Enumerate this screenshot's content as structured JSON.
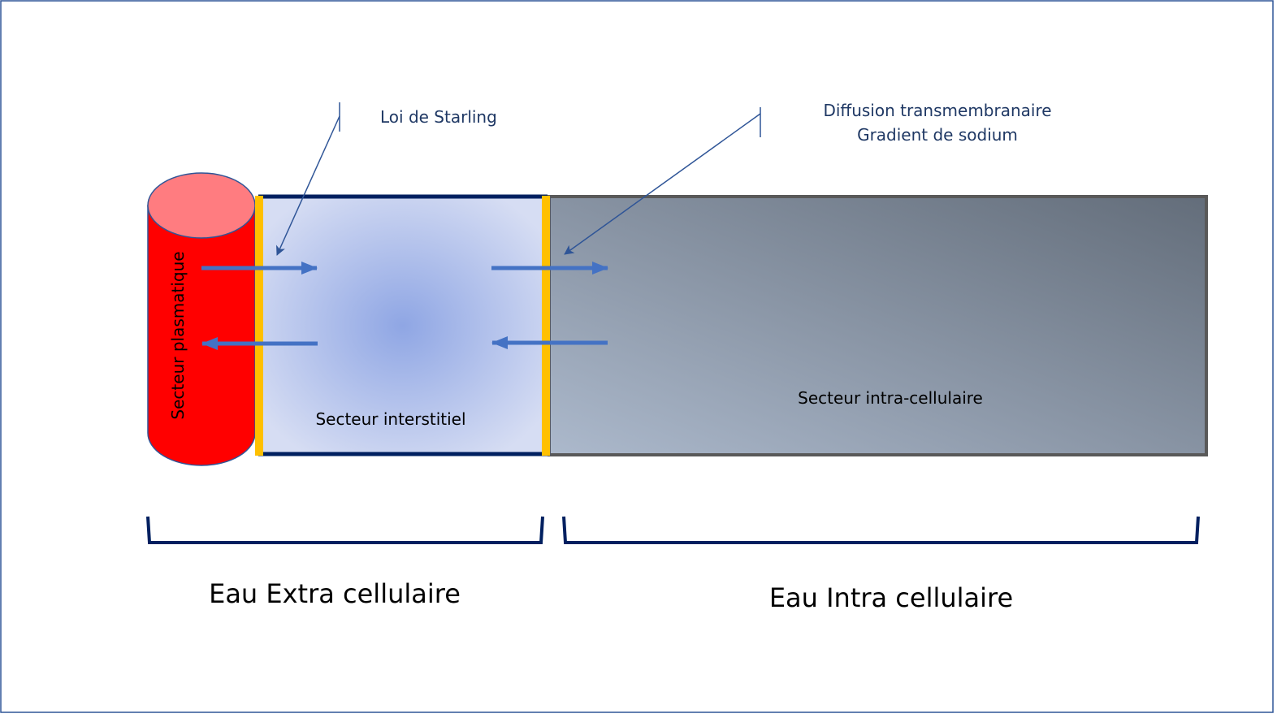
{
  "labels": {
    "starling": "Loi de Starling",
    "diffusion_line1": "Diffusion transmembranaire",
    "diffusion_line2": "Gradient de sodium",
    "plasma_sector": "Secteur plasmatique",
    "interstitial_sector": "Secteur interstitiel",
    "intracellular_sector": "Secteur intra-cellulaire",
    "extracellular_water": "Eau Extra cellulaire",
    "intracellular_water": "Eau Intra cellulaire"
  },
  "colors": {
    "plasma": "#ff0000",
    "plasma_top": "#ff7c80",
    "membrane": "#ffc000",
    "arrow": "#4472c4",
    "navy": "#002060",
    "callout_text": "#1f3864"
  }
}
